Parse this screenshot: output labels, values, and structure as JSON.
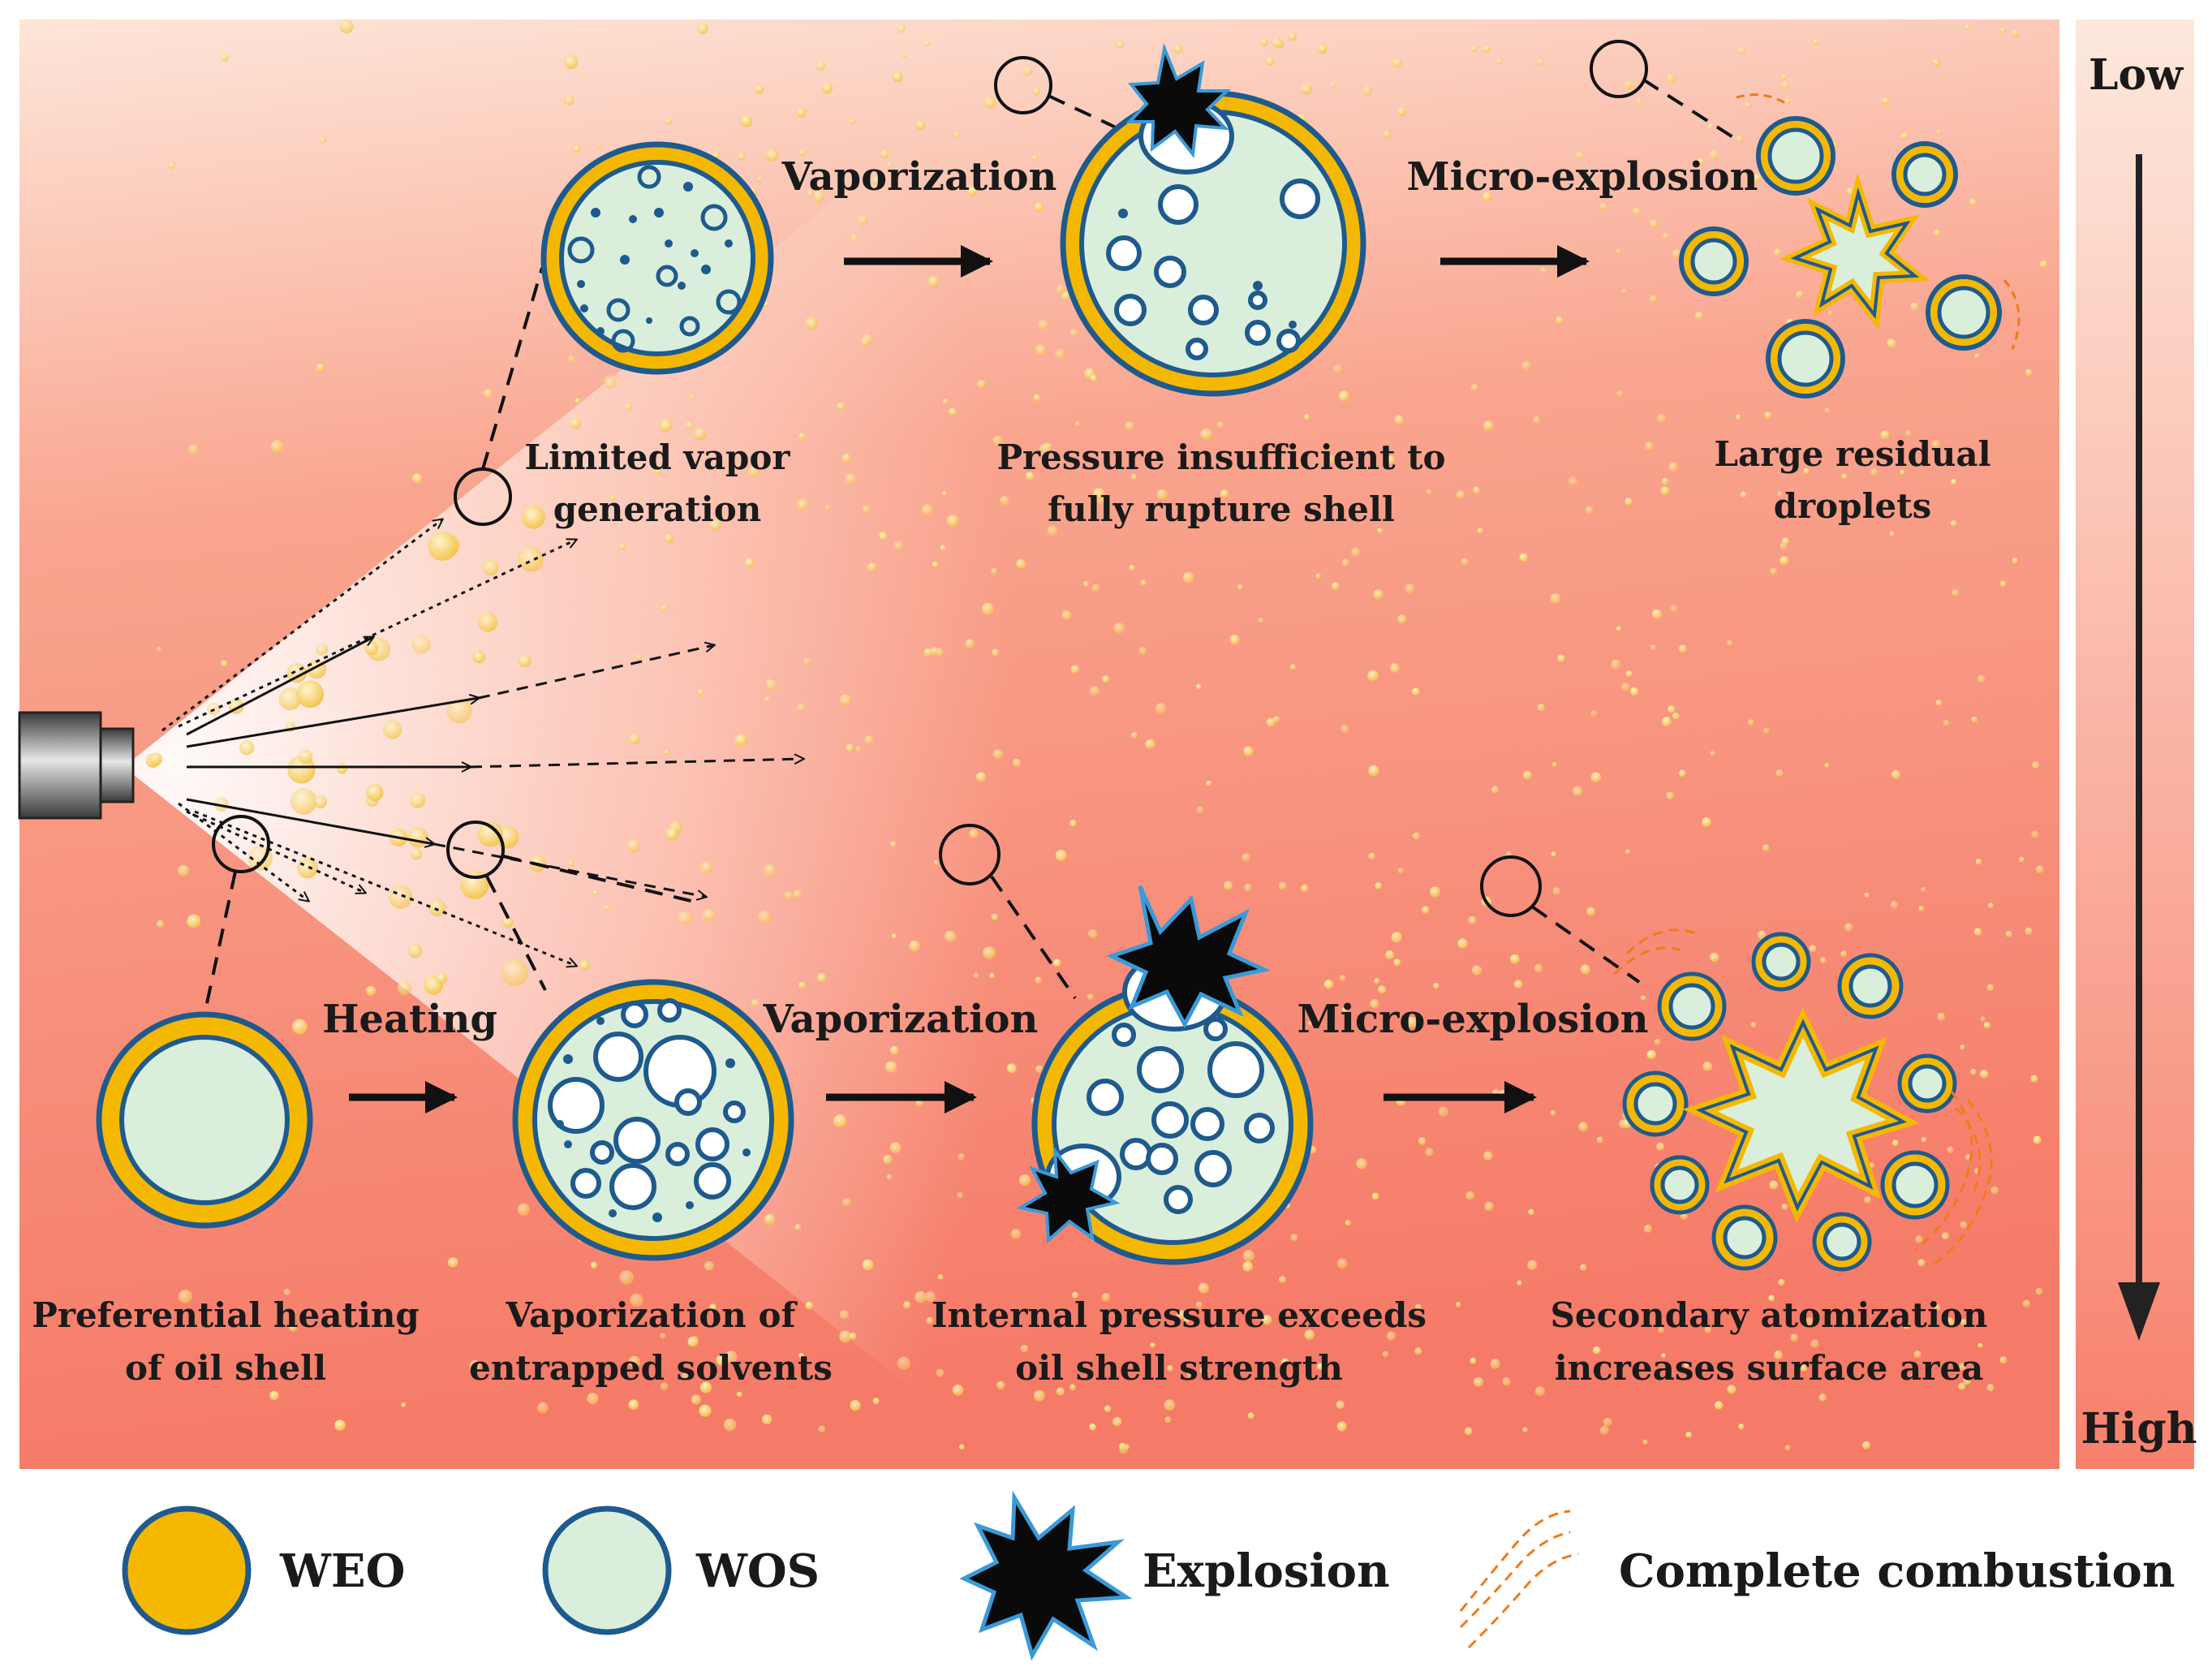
{
  "top_row": {
    "step_vaporization": "Vaporization",
    "step_micro_explosion": "Micro-explosion",
    "caption_1": [
      "Limited vapor",
      "generation"
    ],
    "caption_2": [
      "Pressure insufficient to",
      "fully rupture shell"
    ],
    "caption_3": [
      "Large residual",
      "droplets"
    ]
  },
  "bottom_row": {
    "step_heating": "Heating",
    "step_vaporization": "Vaporization",
    "step_micro_explosion": "Micro-explosion",
    "caption_1": [
      "Preferential heating",
      "of oil shell"
    ],
    "caption_2": [
      "Vaporization of",
      "entrapped solvents"
    ],
    "caption_3": [
      "Internal pressure exceeds",
      "oil shell strength"
    ],
    "caption_4": [
      "Secondary atomization",
      "increases surface area"
    ]
  },
  "scale": {
    "top": "Low",
    "bottom": "High"
  },
  "legend": {
    "weo": "WEO",
    "wos": "WOS",
    "explosion": "Explosion",
    "combustion": "Complete combustion"
  },
  "colors": {
    "shell_yellow": "#f5b800",
    "core_green": "#d9efdb",
    "outline_blue": "#1f5a8e",
    "explosion_black": "#0a0a0a",
    "flame_orange": "#f07a1a",
    "bg_hot": "#f6856f",
    "bg_cool": "#fbe3d3"
  }
}
